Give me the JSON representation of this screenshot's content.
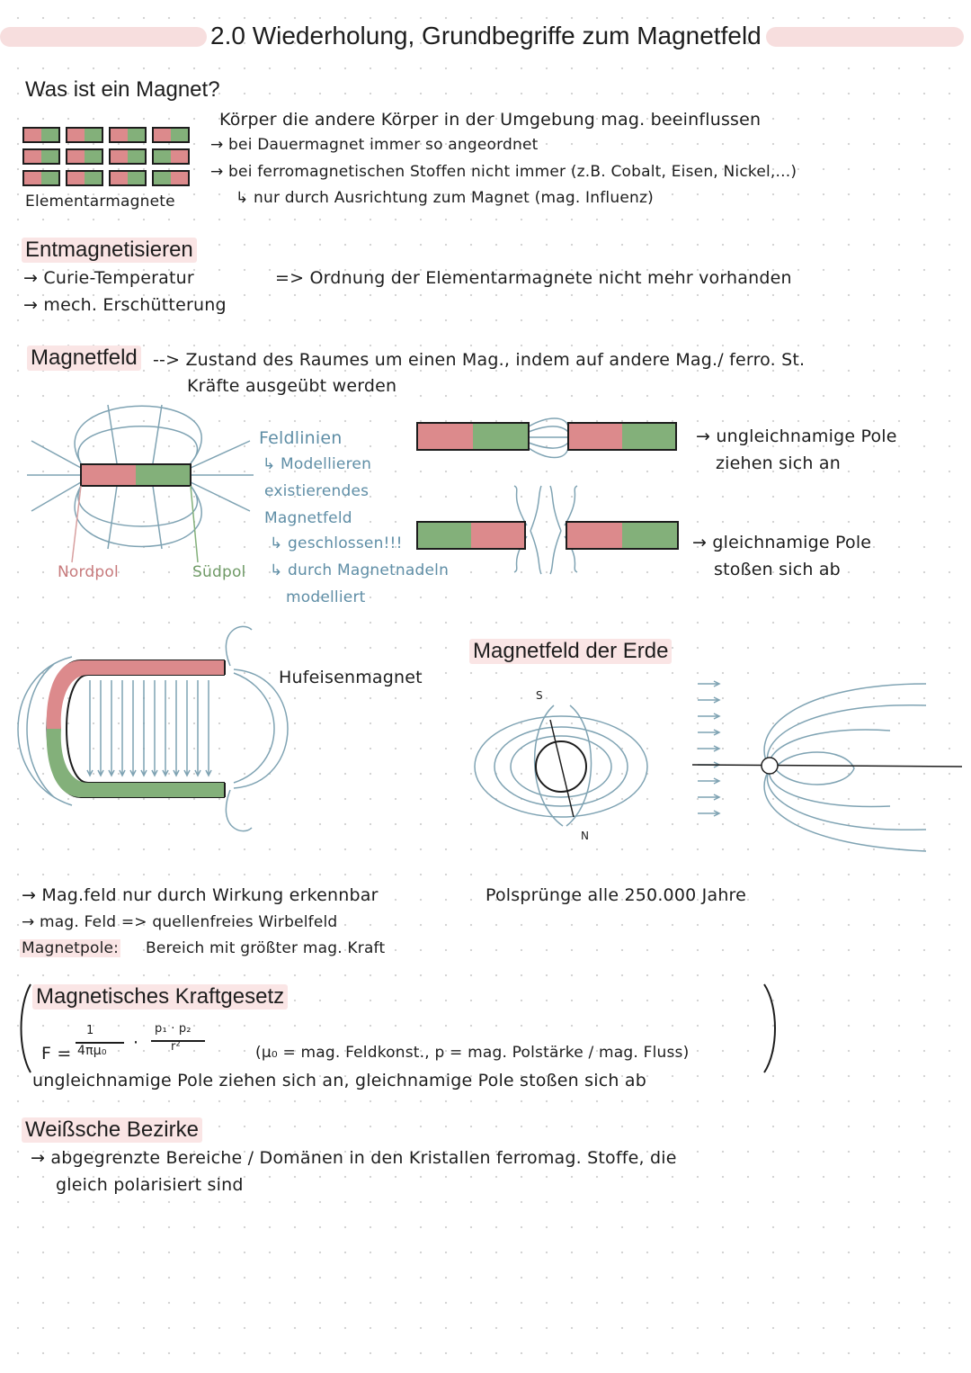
{
  "title": "2.0 Wiederholung, Grundbegriffe zum Magnetfeld",
  "magnet": {
    "heading": "Was ist ein Magnet?",
    "line1": "Körper die andere Körper in der Umgebung mag. beeinflussen",
    "line2": "→ bei Dauermagnet immer so angeordnet",
    "line3": "→ bei ferromagnetischen Stoffen nicht immer (z.B. Cobalt, Eisen, Nickel,...)",
    "line4": "↳ nur durch Ausrichtung zum Magnet (mag. Influenz)",
    "elementary_label": "Elementarmagnete"
  },
  "demag": {
    "heading": "Entmagnetisieren",
    "item1": "→ Curie-Temperatur",
    "item2": "→ mech. Erschütterung",
    "result": "=> Ordnung der Elementarmagnete nicht mehr vorhanden"
  },
  "field": {
    "heading": "Magnetfeld",
    "definition1": "--> Zustand des Raumes um einen Mag., indem auf andere Mag./ ferro. St.",
    "definition2": "Kräfte ausgeübt werden",
    "feldlinien": "Feldlinien",
    "notes": [
      "↳ Modellieren",
      "existierendes",
      "Magnetfeld",
      "↳ geschlossen!!!",
      "↳ durch Magnetnadeln",
      "modelliert"
    ],
    "nordpol": "Nordpol",
    "suedpol": "Südpol",
    "unlike1": "→ ungleichnamige Pole",
    "unlike2": "ziehen sich an",
    "like1": "→ gleichnamige Pole",
    "like2": "stoßen sich ab",
    "horseshoe": "Hufeisenmagnet",
    "earth_heading": "Magnetfeld der Erde",
    "earth_s": "S",
    "earth_n": "N"
  },
  "facts": {
    "line1": "→ Mag.feld nur durch Wirkung erkennbar",
    "line2": "→ mag. Feld => quellenfreies Wirbelfeld",
    "pole_term": "Magnetpole:",
    "pole_def": "Bereich mit größter mag. Kraft",
    "polar": "Polsprünge alle 250.000 Jahre"
  },
  "law": {
    "heading": "Magnetisches Kraftgesetz",
    "formula_f": "F =",
    "formula_num": "1",
    "formula_den": "4πμ₀",
    "formula_dot": "·",
    "formula_pnum": "p₁ · p₂",
    "formula_pden": "r²",
    "legend": "(μ₀ = mag. Feldkonst., p = mag. Polstärke / mag. Fluss)",
    "rule": "ungleichnamige Pole ziehen sich an, gleichnamige Pole stoßen sich ab"
  },
  "weiss": {
    "heading": "Weißsche Bezirke",
    "line1": "→ abgegrenzte Bereiche / Domänen in den Kristallen ferromag. Stoffe, die",
    "line2": "gleich polarisiert sind"
  },
  "colors": {
    "red": "#dc8a8c",
    "green": "#83b07a",
    "fieldline": "#7fa3b3",
    "highlight": "#fae5e5"
  }
}
